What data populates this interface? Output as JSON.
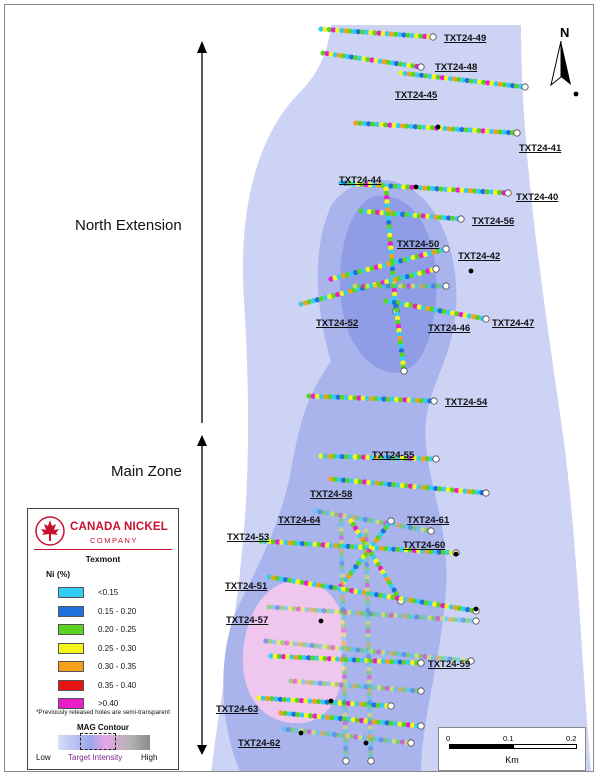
{
  "zones": {
    "north": "North Extension",
    "main": "Main Zone"
  },
  "north_label": "N",
  "holes": [
    {
      "id": "TXT24-49",
      "color": "#7ee0a0"
    },
    {
      "id": "TXT24-48",
      "color": "#7ee0a0"
    },
    {
      "id": "TXT24-45",
      "color": "#7ee0a0"
    },
    {
      "id": "TXT24-41",
      "color": "#7ee0a0"
    },
    {
      "id": "TXT24-44",
      "color": "#7ee0a0"
    },
    {
      "id": "TXT24-40",
      "color": "#7ee0a0"
    },
    {
      "id": "TXT24-56",
      "color": "#7ee0a0"
    },
    {
      "id": "TXT24-50",
      "color": "#7ee0a0"
    },
    {
      "id": "TXT24-42",
      "color": "#7ee0a0"
    },
    {
      "id": "TXT24-52",
      "color": "#7ee0a0"
    },
    {
      "id": "TXT24-46",
      "color": "#7ee0a0"
    },
    {
      "id": "TXT24-47",
      "color": "#7ee0a0"
    },
    {
      "id": "TXT24-54",
      "color": "#7ee0a0"
    },
    {
      "id": "TXT24-55",
      "color": "#7ee0a0"
    },
    {
      "id": "TXT24-58",
      "color": "#7ee0a0"
    },
    {
      "id": "TXT24-64",
      "color": "#7ee0a0"
    },
    {
      "id": "TXT24-61",
      "color": "#7ee0a0"
    },
    {
      "id": "TXT24-53",
      "color": "#7ee0a0"
    },
    {
      "id": "TXT24-60",
      "color": "#7ee0a0"
    },
    {
      "id": "TXT24-51",
      "color": "#7ee0a0"
    },
    {
      "id": "TXT24-57",
      "color": "#7ee0a0"
    },
    {
      "id": "TXT24-59",
      "color": "#7ee0a0"
    },
    {
      "id": "TXT24-63",
      "color": "#7ee0a0"
    },
    {
      "id": "TXT24-62",
      "color": "#7ee0a0"
    }
  ],
  "legend": {
    "brand_name": "CANADA NICKEL",
    "brand_sub": "COMPANY",
    "heading": "Texmont",
    "unit": "Ni (%)",
    "classes": [
      {
        "range": "<0.15",
        "color": "#33ccf2"
      },
      {
        "range": "0.15 - 0.20",
        "color": "#1f6fdc"
      },
      {
        "range": "0.20 - 0.25",
        "color": "#5bd421"
      },
      {
        "range": "0.25 - 0.30",
        "color": "#f5f51a"
      },
      {
        "range": "0.30 - 0.35",
        "color": "#f5a01a"
      },
      {
        "range": "0.35 - 0.40",
        "color": "#e81414"
      },
      {
        "range": ">0.40",
        "color": "#e81ec8"
      }
    ],
    "note": "*Previously released holes are semi-transparent",
    "mag_heading": "MAG Contour",
    "mag_low": "Low",
    "mag_target": "Target Intensity",
    "mag_high": "High"
  },
  "scale": {
    "ticks": [
      "0",
      "0.1",
      "0.2"
    ],
    "unit": "Km"
  },
  "colors": {
    "mag_outer": "#cdd3f5",
    "mag_mid": "#a9b4ec",
    "mag_inner": "#8e9de6",
    "target": "#efc6ee"
  }
}
